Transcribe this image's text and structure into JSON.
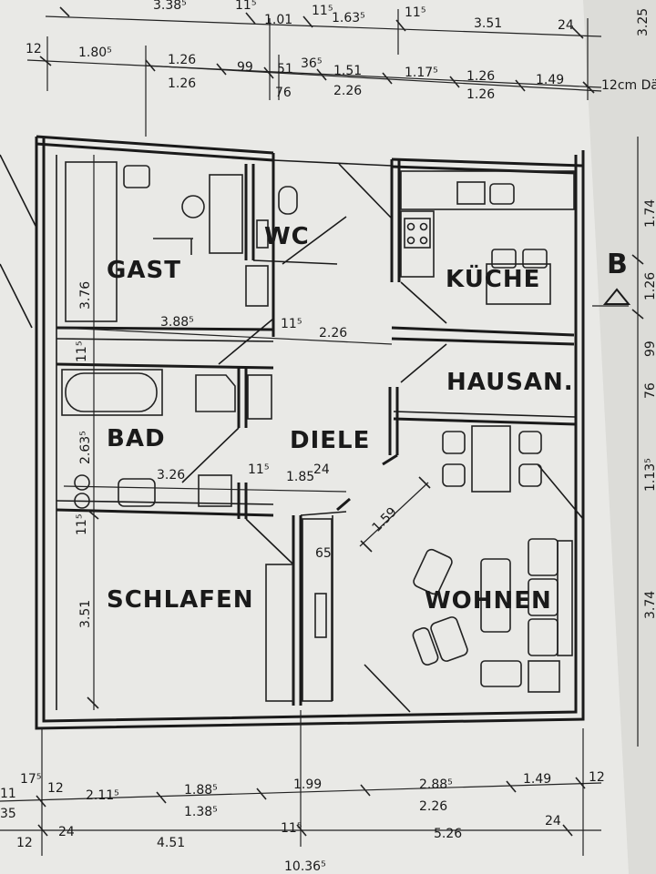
{
  "rooms": {
    "gast": "GAST",
    "wc": "WC",
    "kueche": "KÜCHE",
    "hausan": "HAUSAN.",
    "bad": "BAD",
    "diele": "DIELE",
    "schlafen": "SCHLAFEN",
    "wohnen": "WOHNEN"
  },
  "section_marker": "B",
  "dims_top_row1": [
    "3.38⁵",
    "11⁵",
    "1.01",
    "11⁵",
    "1.63⁵",
    "11⁵",
    "3.51",
    "24",
    "3.25"
  ],
  "dims_top_row2": [
    "12",
    "1.80⁵",
    "1.26",
    "99",
    "51",
    "36⁵",
    "1.51",
    "1.17⁵",
    "1.26",
    "1.49",
    "12cm Dä"
  ],
  "dims_top_row3": [
    "1.26",
    "76",
    "2.26",
    "1.26"
  ],
  "dims_inner": [
    "3.76",
    "3.88⁵",
    "11⁵",
    "2.26",
    "11⁵",
    "2.63⁵",
    "3.26",
    "11⁵",
    "1.85",
    "24",
    "11⁵",
    "1.59",
    "65",
    "3.51"
  ],
  "dims_bottom_row1": [
    "11",
    "35",
    "17⁵",
    "12",
    "2.11⁵",
    "1.88⁵",
    "1.38⁵",
    "1.99",
    "2.88⁵",
    "2.26",
    "1.49",
    "12"
  ],
  "dims_bottom_row2": [
    "12",
    "24",
    "4.51",
    "11⁵",
    "5.26",
    "24",
    "10.36⁵"
  ],
  "dims_right": [
    "1.74",
    "1.26",
    "99",
    "76",
    "1.13⁵",
    "3.74"
  ]
}
